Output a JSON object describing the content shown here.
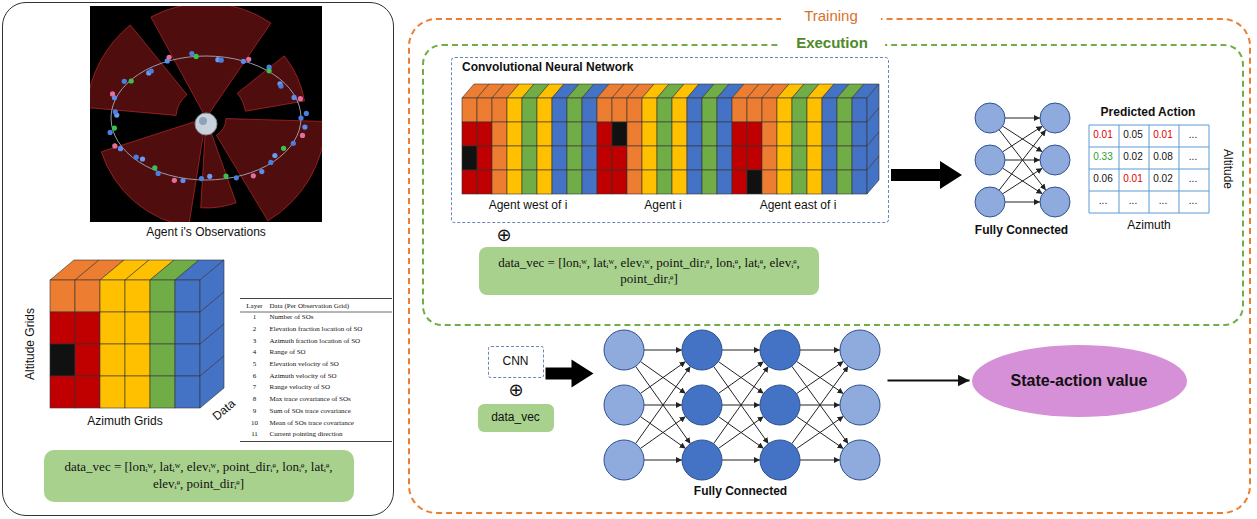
{
  "diagram": {
    "nodes": [
      {
        "text": [
          "Agent i's Observations"
        ]
      },
      {
        "text": [
          "Layer",
          "Data (Per Observation Grid)",
          "1",
          "Number of SOs",
          "2",
          "Elevation fraction location of SO",
          "3",
          "Azimuth fraction location of SO",
          "4",
          "Range of SO",
          "5",
          "Elevation velocity of SO",
          "6",
          "Azimuth velocity of SO",
          "7",
          "Range velocity of SO",
          "8",
          "Max trace covariance of SOs",
          "9",
          "Sum of SOs trace covariance",
          "10",
          "Mean of SOs trace covariance",
          "11",
          "Current pointing direction"
        ],
        "in": 0
      },
      {
        "text": [
          "data_vec = [lonᵢʷ, latᵢʷ, elevᵢʷ, point_dirᵢᵉ, lonᵢᵉ, latᵢᵉ, elevᵢᵉ, point_dirᵢᵉ]"
        ],
        "in": 0
      },
      {
        "text": [
          "Training"
        ]
      },
      {
        "text": [
          "Execution"
        ],
        "in": 3
      },
      {
        "text": [
          "Convolutional Neural Network",
          "Agent west of i",
          "Agent i",
          "Agent east of i"
        ],
        "in": 4
      },
      {
        "text": [
          "data_vec = [lonᵢʷ, latᵢʷ, elevᵢʷ, point_dirᵢᵉ, lonᵢᵉ, latᵢᵉ, elevᵢᵉ, point_dirᵢᵉ]"
        ],
        "in": 4
      },
      {
        "text": [
          "Fully Connected"
        ],
        "in": 4
      },
      {
        "text": [
          "Predicted Action",
          "0.01",
          "0.05",
          "0.01",
          "...",
          "0.33",
          "0.02",
          "0.08",
          "...",
          "0.06",
          "0.01",
          "0.02",
          "...",
          "...",
          "...",
          "...",
          "..."
        ],
        "in": 4
      },
      {
        "text": [
          "CNN"
        ],
        "in": 3
      },
      {
        "text": [
          "data_vec"
        ],
        "in": 3
      },
      {
        "text": [
          "Fully Connected"
        ],
        "in": 3
      },
      {
        "text": [
          "State-action value"
        ],
        "in": 3
      }
    ],
    "edges": [
      {
        "from": 5,
        "to": 7,
        "arrow": "to"
      },
      {
        "from": 9,
        "to": 11,
        "arrow": "to"
      },
      {
        "from": 11,
        "to": 12,
        "arrow": "to"
      }
    ],
    "labels": [
      "Altitude Grids",
      "Azimuth Grids",
      "Data",
      "⊕",
      "Altitude",
      "Azimuth",
      "⊕"
    ]
  }
}
